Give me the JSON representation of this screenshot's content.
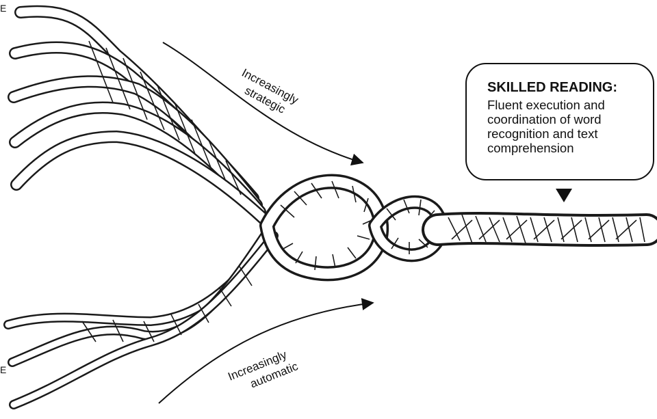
{
  "arrows": {
    "top_label_line1": "Increasingly",
    "top_label_line2": "strategic",
    "bottom_label_line1": "Increasingly",
    "bottom_label_line2": "automatic"
  },
  "callout": {
    "title": "SKILLED READING:",
    "body": "Fluent execution and coordination of word recognition and text comprehension"
  },
  "edge_marks": {
    "top": "E",
    "bottom": "E"
  },
  "icons": {
    "rope": "braided-rope-illustration",
    "arrow": "curved-arrow-icon",
    "pointer": "triangle-down-icon"
  }
}
